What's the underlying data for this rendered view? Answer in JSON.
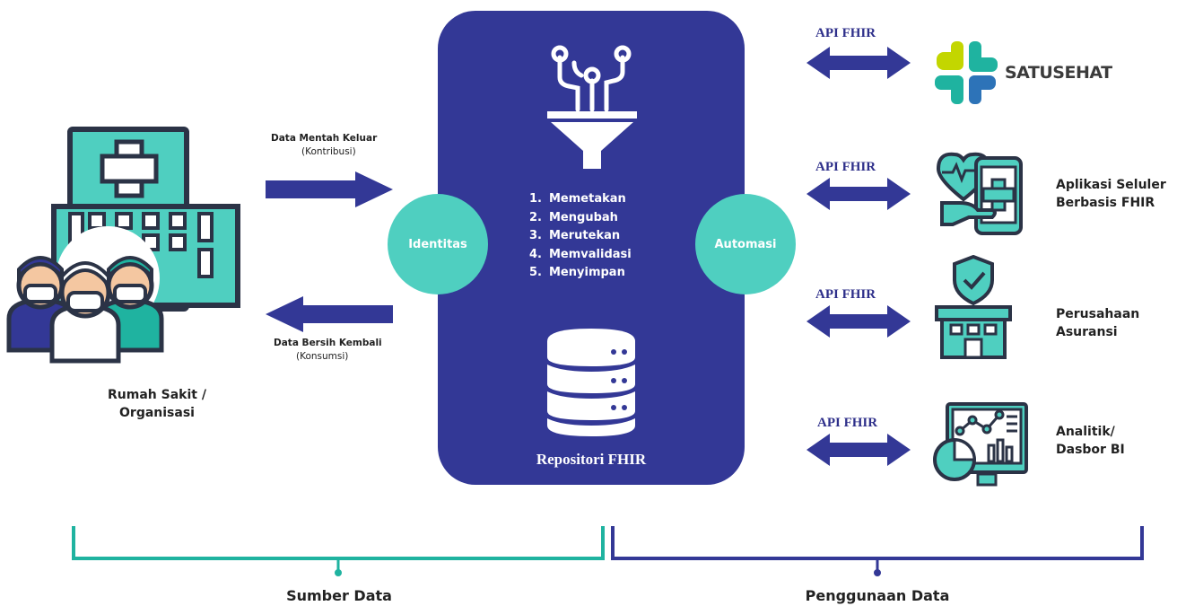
{
  "source": {
    "name_line1": "Rumah Sakit /",
    "name_line2": "Organisasi",
    "flow_out_title": "Data Mentah Keluar",
    "flow_out_sub": "(Kontribusi)",
    "flow_in_title": "Data Bersih Kembali",
    "flow_in_sub": "(Konsumsi)"
  },
  "repository": {
    "title": "Repositori FHIR",
    "left_badge": "Identitas",
    "right_badge": "Automasi",
    "steps": [
      {
        "num": "1.",
        "label": "Memetakan"
      },
      {
        "num": "2.",
        "label": "Mengubah"
      },
      {
        "num": "3.",
        "label": "Merutekan"
      },
      {
        "num": "4.",
        "label": "Memvalidasi"
      },
      {
        "num": "5.",
        "label": "Menyimpan"
      }
    ]
  },
  "consumers": [
    {
      "api": "API FHIR",
      "label_line1": "SATUSEHAT",
      "label_line2": ""
    },
    {
      "api": "API FHIR",
      "label_line1": "Aplikasi Seluler",
      "label_line2": "Berbasis FHIR"
    },
    {
      "api": "API FHIR",
      "label_line1": "Perusahaan",
      "label_line2": "Asuransi"
    },
    {
      "api": "API FHIR",
      "label_line1": "Analitik/",
      "label_line2": "Dasbor BI"
    }
  ],
  "footer": {
    "left": "Sumber Data",
    "right": "Penggunaan Data"
  },
  "colors": {
    "navy": "#333896",
    "teal": "#4fcfc0",
    "dark_teal": "#1fb3a0",
    "outline": "#2b3346"
  }
}
